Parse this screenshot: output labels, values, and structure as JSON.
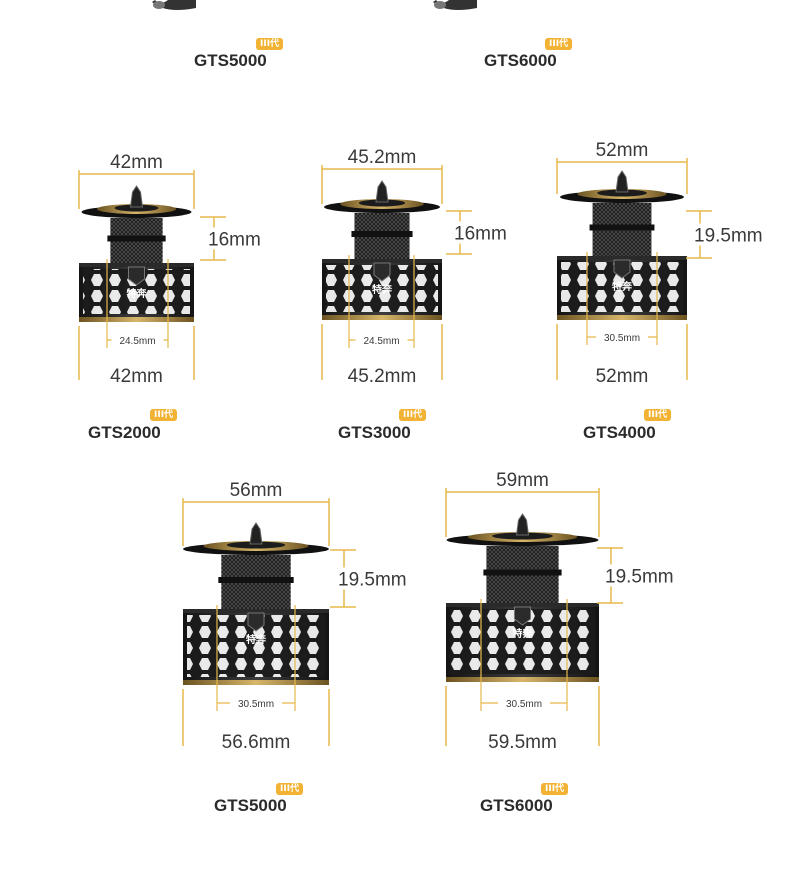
{
  "version_badge": "III代",
  "brand_mark": "特奔",
  "top_row": [
    {
      "model": "GTS5000"
    },
    {
      "model": "GTS6000"
    }
  ],
  "spools": [
    {
      "model": "GTS2000",
      "top_width": "42mm",
      "height": "16mm",
      "inner": "24.5mm",
      "bottom_width": "42mm"
    },
    {
      "model": "GTS3000",
      "top_width": "45.2mm",
      "height": "16mm",
      "inner": "24.5mm",
      "bottom_width": "45.2mm"
    },
    {
      "model": "GTS4000",
      "top_width": "52mm",
      "height": "19.5mm",
      "inner": "30.5mm",
      "bottom_width": "52mm"
    },
    {
      "model": "GTS5000",
      "top_width": "56mm",
      "height": "19.5mm",
      "inner": "30.5mm",
      "bottom_width": "56.6mm"
    },
    {
      "model": "GTS6000",
      "top_width": "59mm",
      "height": "19.5mm",
      "inner": "30.5mm",
      "bottom_width": "59.5mm"
    }
  ]
}
